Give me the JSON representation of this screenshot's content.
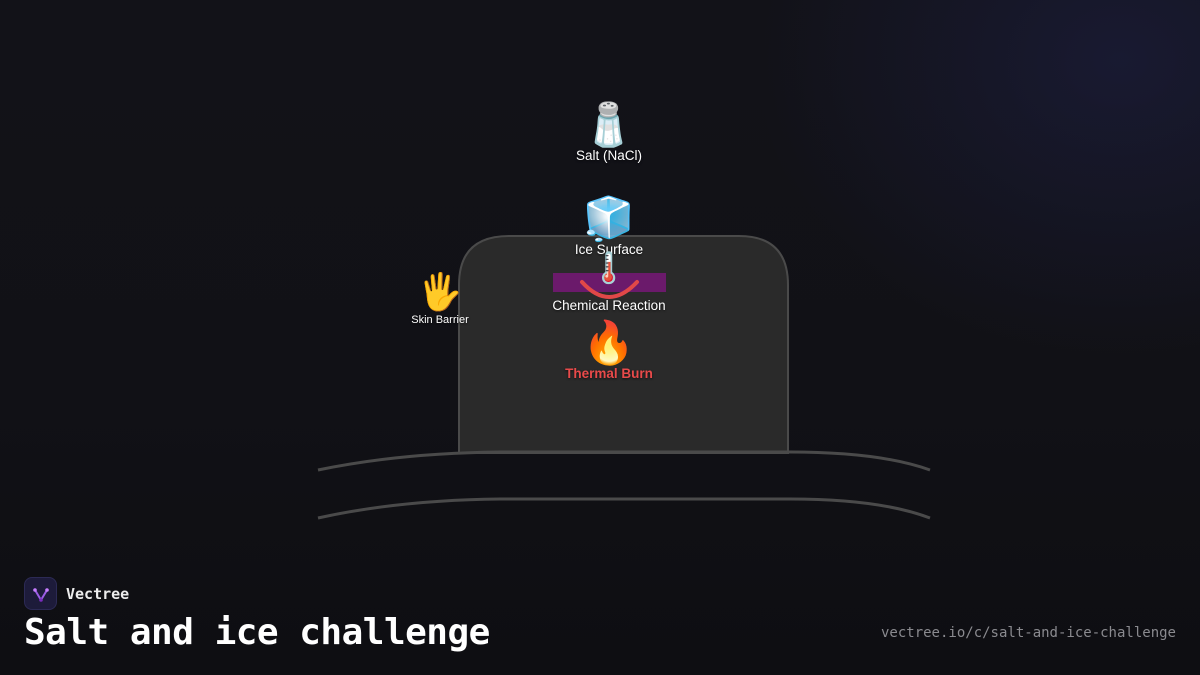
{
  "diagram": {
    "nodes": {
      "salt": {
        "icon": "salt-shaker-icon",
        "glyph": "🧂",
        "label": "Salt (NaCl)"
      },
      "ice": {
        "icon": "ice-cube-icon",
        "glyph": "🧊",
        "label": "Ice Surface"
      },
      "reaction": {
        "icon": "thermometer-icon",
        "glyph": "🌡️",
        "label": "Chemical Reaction"
      },
      "burn": {
        "icon": "fire-icon",
        "glyph": "🔥",
        "label": "Thermal Burn"
      },
      "skin": {
        "icon": "hand-icon",
        "glyph": "🖐️",
        "label": "Skin Barrier"
      }
    },
    "colors": {
      "container_fill": "#2a2a2a",
      "container_stroke": "#4a4a4a",
      "highlight": "#6b1a6b",
      "warning": "#e84a4a",
      "arc": "#e04848"
    }
  },
  "footer": {
    "brand": "Vectree",
    "title": "Salt and ice challenge",
    "url": "vectree.io/c/salt-and-ice-challenge"
  }
}
